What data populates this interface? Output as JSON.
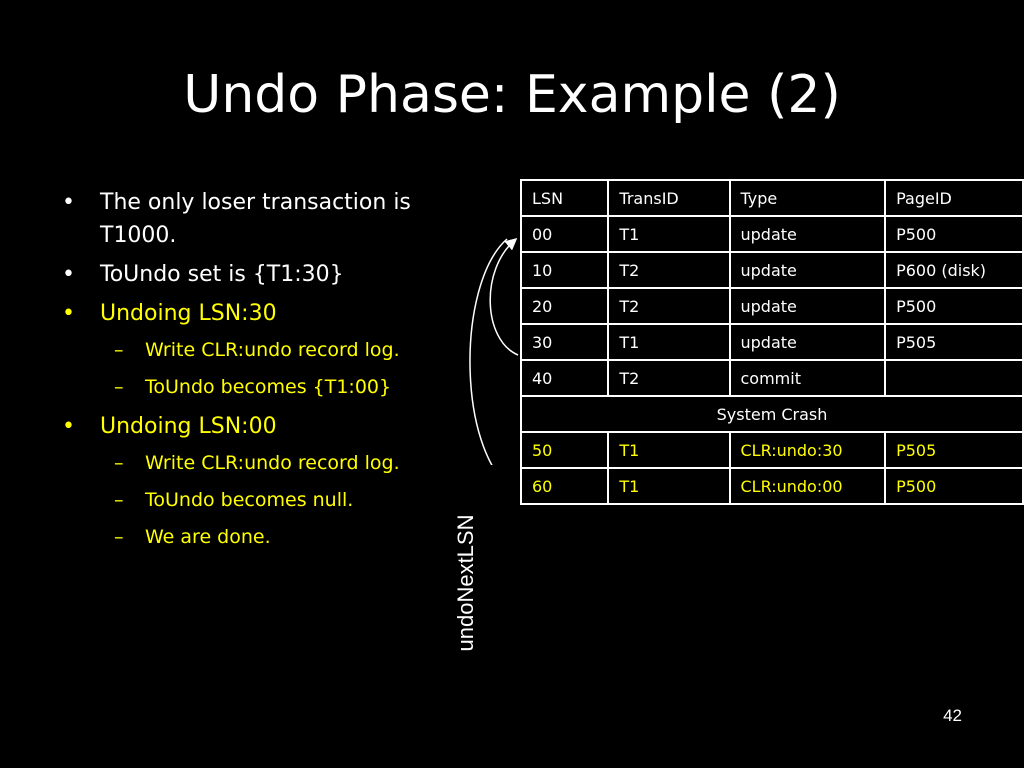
{
  "slide": {
    "title": "Undo Phase: Example (2)",
    "page_number": "42"
  },
  "bullets": [
    {
      "level": 1,
      "color": "white",
      "text": "The only loser transaction is T1000."
    },
    {
      "level": 1,
      "color": "white",
      "text": "ToUndo set is {T1:30}"
    },
    {
      "level": 1,
      "color": "yellow",
      "text": "Undoing LSN:30"
    },
    {
      "level": 2,
      "color": "yellow",
      "text": "Write CLR:undo record log."
    },
    {
      "level": 2,
      "color": "yellow",
      "text": "ToUndo becomes {T1:00}"
    },
    {
      "level": 1,
      "color": "yellow",
      "text": "Undoing LSN:00"
    },
    {
      "level": 2,
      "color": "yellow",
      "text": "Write CLR:undo record log."
    },
    {
      "level": 2,
      "color": "yellow",
      "text": "ToUndo becomes null."
    },
    {
      "level": 2,
      "color": "yellow",
      "text": "We are done."
    }
  ],
  "bullet_glyph": "•",
  "dash_glyph": "–",
  "log_table": {
    "headers": [
      "LSN",
      "TransID",
      "Type",
      "PageID"
    ],
    "rows": [
      [
        "00",
        "T1",
        "update",
        "P500"
      ],
      [
        "10",
        "T2",
        "update",
        "P600 (disk)"
      ],
      [
        "20",
        "T2",
        "update",
        "P500"
      ],
      [
        "30",
        "T1",
        "update",
        "P505"
      ],
      [
        "40",
        "T2",
        "commit",
        ""
      ]
    ],
    "crash_label": "System Crash",
    "clr_rows": [
      [
        "50",
        "T1",
        "CLR:undo:30",
        "P505"
      ],
      [
        "60",
        "T1",
        "CLR:undo:00",
        "P500"
      ]
    ]
  },
  "pointer_label": "undoNextLSN",
  "colors": {
    "background": "#000000",
    "text": "#ffffff",
    "highlight": "#ffff00"
  }
}
